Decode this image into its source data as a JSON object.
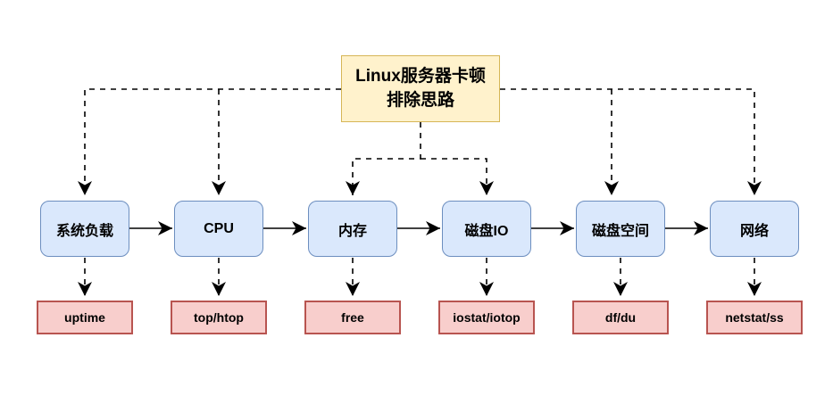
{
  "diagram": {
    "root_label": "Linux服务器卡顿\n排除思路",
    "steps": [
      {
        "label": "系统负载",
        "tool": "uptime"
      },
      {
        "label": "CPU",
        "tool": "top/htop"
      },
      {
        "label": "内存",
        "tool": "free"
      },
      {
        "label": "磁盘IO",
        "tool": "iostat/iotop"
      },
      {
        "label": "磁盘空间",
        "tool": "df/du"
      },
      {
        "label": "网络",
        "tool": "netstat/ss"
      }
    ]
  },
  "colors": {
    "root_fill": "#FFF2CC",
    "root_border": "#D6B656",
    "step_fill": "#DAE8FC",
    "step_border": "#6C8EBF",
    "tool_fill": "#F8CECC",
    "tool_border": "#B85450",
    "connector": "#000000",
    "background": "#FFFFFF"
  }
}
